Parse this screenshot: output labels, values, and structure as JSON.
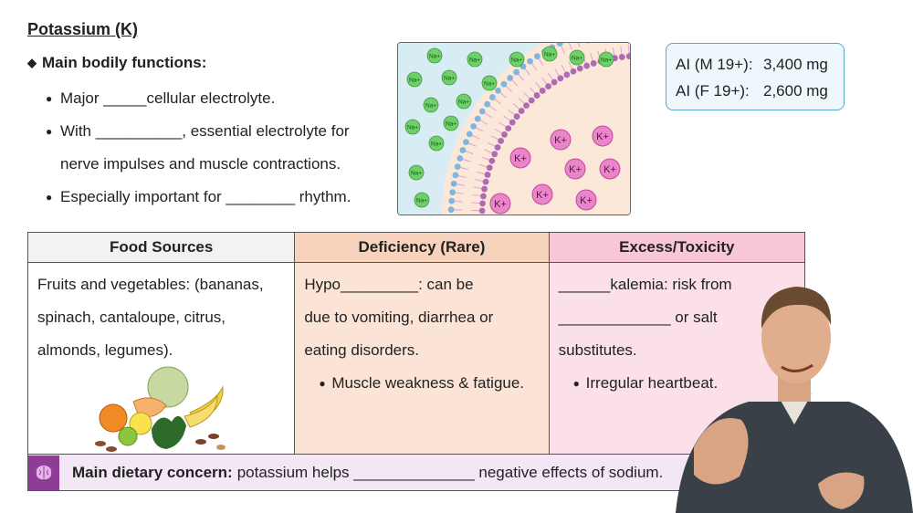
{
  "title": "Potassium (K)",
  "functions": {
    "heading": "Main bodily functions:",
    "line1": "Major _____cellular electrolyte.",
    "line2": "With __________, essential electrolyte for",
    "line2b": "nerve impulses and muscle contractions.",
    "line3": "Especially important for ________ rhythm."
  },
  "diagram": {
    "na_label": "Na+",
    "k_label": "K+"
  },
  "ai": {
    "row1_label": "AI (M 19+):",
    "row1_value": "3,400 mg",
    "row2_label": "AI (F 19+):",
    "row2_value": "2,600 mg"
  },
  "table": {
    "food": {
      "header": "Food Sources",
      "l1": "Fruits and vegetables: (bananas,",
      "l2": "spinach, cantaloupe, citrus,",
      "l3": "almonds, legumes)."
    },
    "deficiency": {
      "header": "Deficiency (Rare)",
      "l1": "Hypo_________: can be",
      "l2": "due to vomiting, diarrhea or",
      "l3": "eating disorders.",
      "bullet": "Muscle weakness & fatigue."
    },
    "excess": {
      "header": "Excess/Toxicity",
      "l1": "______kalemia: risk from",
      "l2": "_____________ or salt",
      "l3": "substitutes.",
      "bullet": "Irregular heartbeat."
    }
  },
  "concern": {
    "label": "Main dietary concern:",
    "text": "potassium helps ______________ negative effects of sodium."
  },
  "colors": {
    "membrane": "#7fb6e0",
    "k_ion": "#e985c8",
    "na_ion": "#6fcf6a",
    "brain_icon_bg": "#8e3c96"
  }
}
